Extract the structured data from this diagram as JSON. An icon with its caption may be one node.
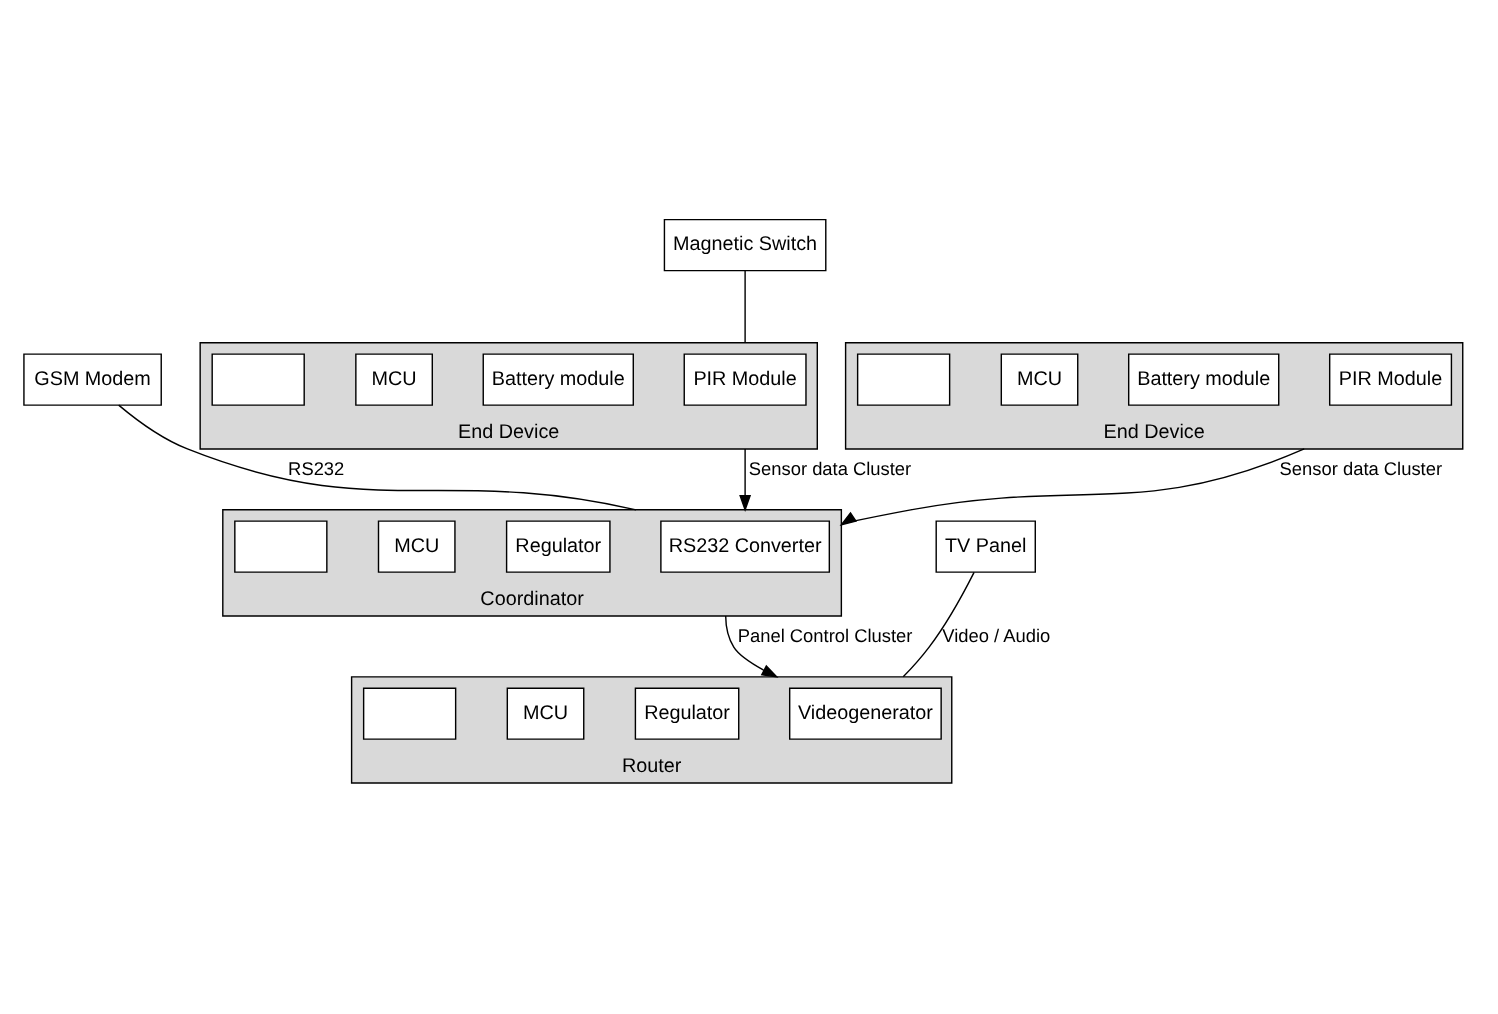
{
  "diagram": {
    "nodes": [
      {
        "text": [
          "GSM Modem"
        ]
      },
      {
        "text": [
          "Coordinator"
        ]
      },
      {
        "text": [
          "RS232 Converter"
        ],
        "in": 1
      },
      {
        "text": [
          "Regulator"
        ],
        "in": 1
      },
      {
        "text": [
          "MCU"
        ],
        "in": 1
      },
      {
        "text": [],
        "shape": "box",
        "in": 1
      },
      {
        "text": [
          "Magnetic Switch"
        ]
      },
      {
        "text": [
          "End Device"
        ]
      },
      {
        "text": [
          "PIR Module"
        ],
        "in": 7
      },
      {
        "text": [
          "Battery module"
        ],
        "in": 7
      },
      {
        "text": [
          "MCU"
        ],
        "in": 7
      },
      {
        "text": [],
        "shape": "box",
        "in": 7
      },
      {
        "text": [
          "TV Panel"
        ]
      },
      {
        "text": [
          "Router"
        ]
      },
      {
        "text": [
          "Videogenerator"
        ],
        "in": 13
      },
      {
        "text": [
          "Regulator"
        ],
        "in": 13
      },
      {
        "text": [
          "MCU"
        ],
        "in": 13
      },
      {
        "text": [],
        "shape": "box",
        "in": 13
      },
      {
        "text": [
          "End Device"
        ]
      },
      {
        "text": [
          "PIR Module"
        ],
        "in": 18
      },
      {
        "text": [
          "Battery module"
        ],
        "in": 18
      },
      {
        "text": [
          "MCU"
        ],
        "in": 18
      },
      {
        "text": [],
        "shape": "box",
        "in": 18
      }
    ],
    "edges": [
      {
        "from": 0,
        "to": 1,
        "arrow": "none",
        "label": "RS232"
      },
      {
        "from": 6,
        "to": 7,
        "arrow": "none"
      },
      {
        "from": 12,
        "to": 13,
        "arrow": "none",
        "label": "Video / Audio"
      },
      {
        "from": 7,
        "to": 1,
        "arrow": "to",
        "label": "Sensor data Cluster"
      },
      {
        "from": 1,
        "to": 13,
        "arrow": "to",
        "label": "Panel Control Cluster"
      },
      {
        "from": 18,
        "to": 1,
        "arrow": "to",
        "label": "Sensor data Cluster"
      }
    ]
  }
}
